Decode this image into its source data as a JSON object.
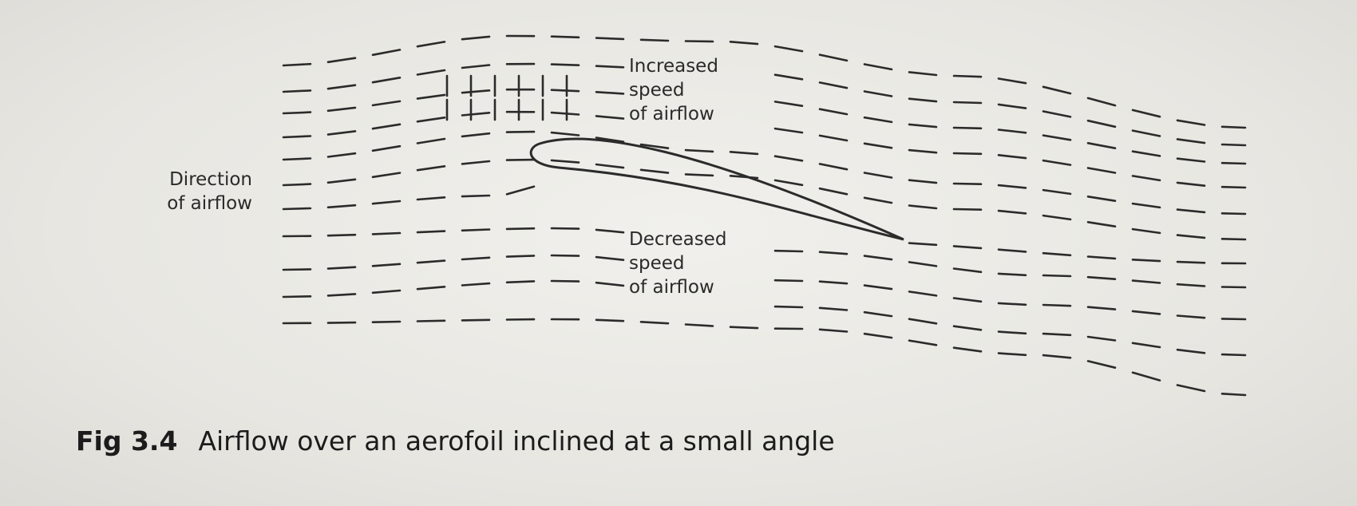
{
  "diagram": {
    "labels": {
      "direction": [
        "Direction",
        "of airflow"
      ],
      "increased": [
        "Increased",
        "speed",
        "of airflow"
      ],
      "decreased": [
        "Decreased",
        "speed",
        "of airflow"
      ]
    },
    "line_color": "#2b2b2b"
  },
  "caption": {
    "number": "Fig 3.4",
    "text": "Airflow over an aerofoil inclined at a small angle"
  }
}
